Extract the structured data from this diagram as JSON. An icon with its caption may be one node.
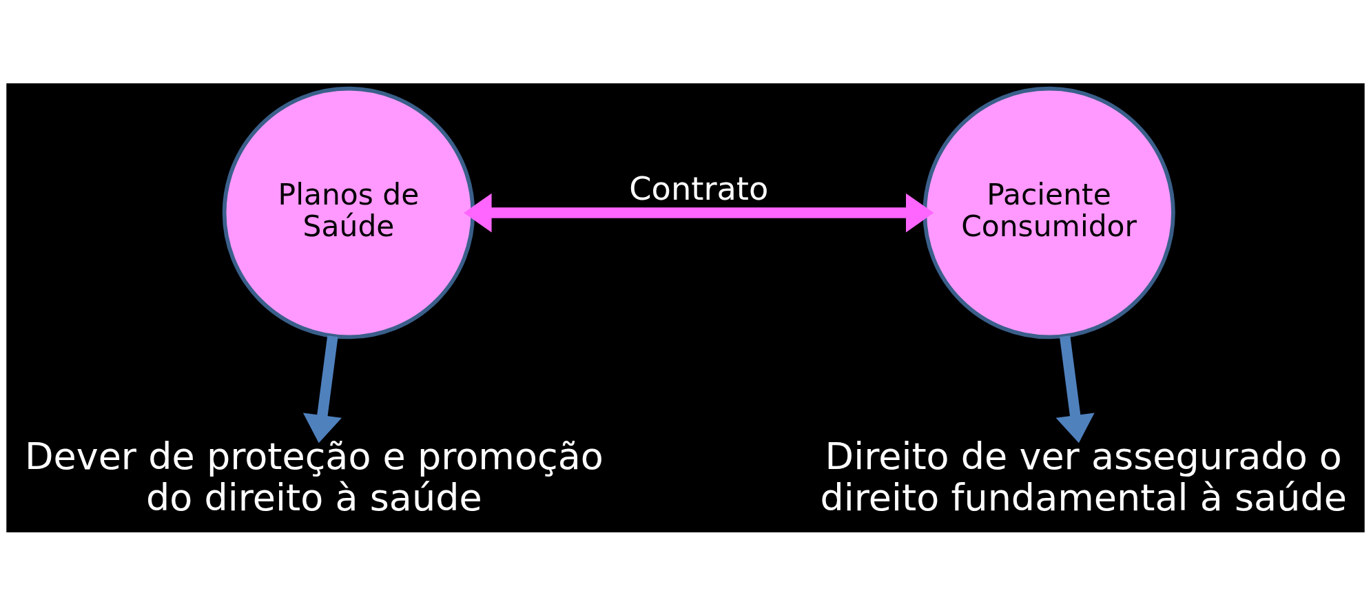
{
  "diagram": {
    "nodes": [
      {
        "text": [
          "Planos de Saúde"
        ]
      },
      {
        "text": [
          "Paciente Consumidor"
        ]
      },
      {
        "text": [
          "Dever de proteção e promoção do direito à saúde"
        ]
      },
      {
        "text": [
          "Direito de ver assegurado o direito fundamental à saúde"
        ]
      }
    ],
    "edges": [
      {
        "from": 0,
        "to": 1,
        "arrow": "both",
        "label": "Contrato",
        "color": "#ff66ff"
      },
      {
        "from": 0,
        "to": 2,
        "arrow": "to"
      },
      {
        "from": 1,
        "to": 3,
        "arrow": "to"
      }
    ]
  }
}
